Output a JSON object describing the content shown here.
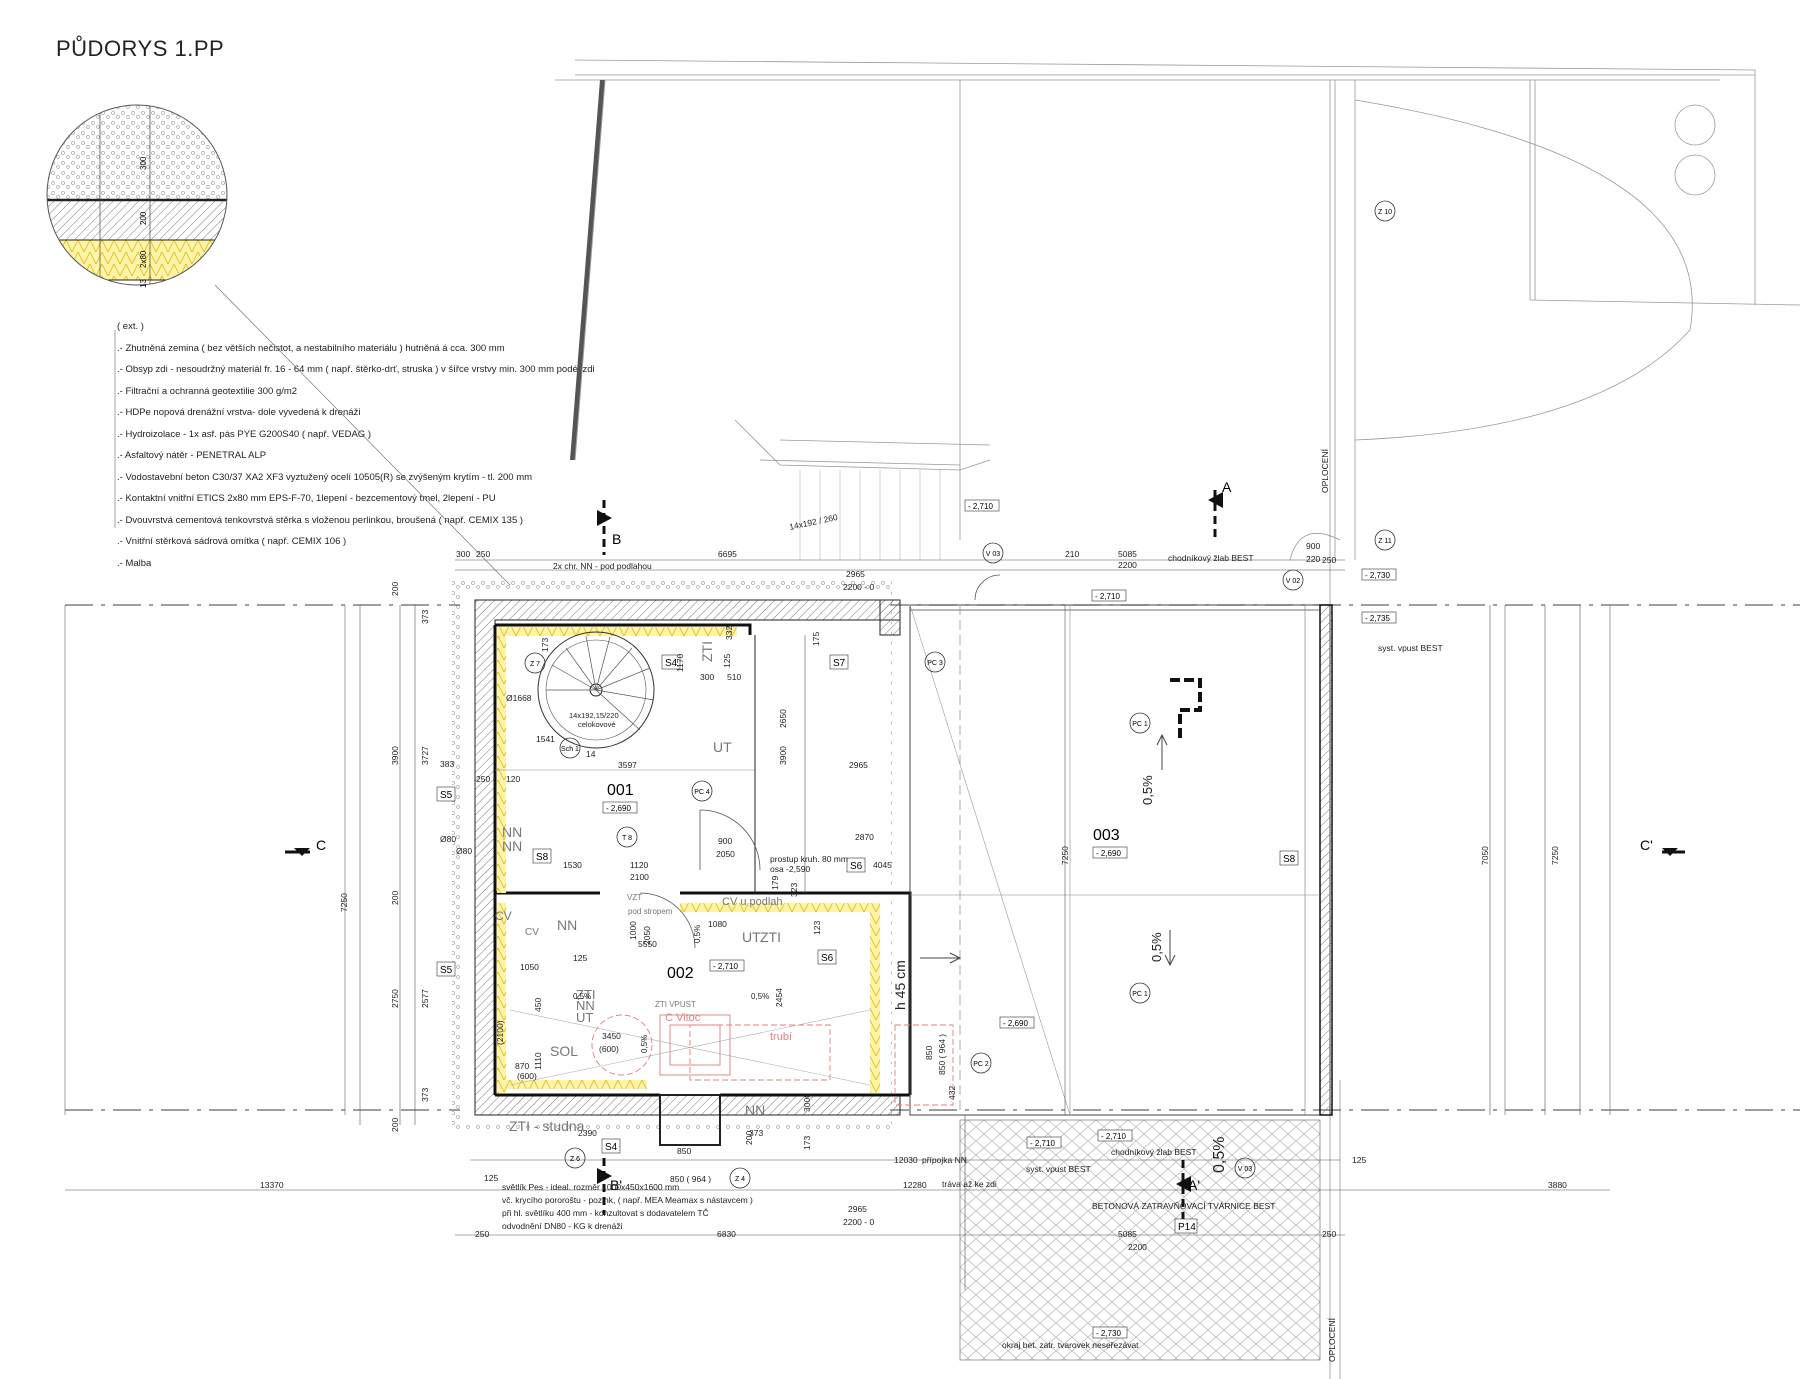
{
  "title": "PŮDORYS 1.PP",
  "detail_layers": {
    "header": "( ext. )",
    "items": [
      "Zhutněná zemina ( bez větších nečistot, a nestabilního materiálu ) hutněná á cca. 300 mm",
      "Obsyp zdi - nesoudržný materiál fr. 16 - 64 mm ( např. štěrko-drť, struska ) v šířce vrstvy min. 300 mm podél zdi",
      "Filtrační a ochranná geotextilie 300 g/m2",
      "HDPe nopová drenážní vrstva- dole vyvedená k drenáži",
      "Hydroizolace - 1x asf. pás PYE G200S40 ( např. VEDAG )",
      "Asfaltový nátěr - PENETRAL ALP",
      "Vodostavební beton C30/37 XA2 XF3 vyztužený ocelí 10505(R) se zvýšeným krytím - tl. 200 mm",
      "Kontaktní vnitřní ETICS 2x80 mm EPS-F-70, 1lepení - bezcementový tmel, 2lepení - PU",
      "Dvouvrstvá cementová tenkovrstvá stěrka s vloženou perlinkou, broušená ( např. CEMIX 135 )",
      "Vnitřní stěrková sádrová omítka ( např. CEMIX 106 )",
      "Malba"
    ],
    "circle_dims": [
      "300",
      "200",
      "2x80",
      "13"
    ]
  },
  "sections": {
    "a": "A",
    "a_prime": "A'",
    "b": "B",
    "b_prime": "B'",
    "c": "C",
    "c_prime": "C'"
  },
  "rooms": [
    {
      "number": "001",
      "level": "- 2,690"
    },
    {
      "number": "002",
      "level": "- 2,710"
    },
    {
      "number": "003",
      "level": "- 2,690"
    }
  ],
  "levels": {
    "top_stair": "- 2,710",
    "top_right": "- 2,730",
    "top_mid": "- 2,710",
    "right_vpust": "- 2,735",
    "mid_right": "- 2,690",
    "bottom_mid_1": "- 2,710",
    "bottom_mid_2": "- 2,710",
    "bottom": "- 2,730"
  },
  "dimensions": {
    "top_row": [
      "300",
      "250",
      "6695",
      "210",
      "5085",
      "900",
      "250"
    ],
    "top_row2": [
      "2965",
      "2200 - 0",
      "2200",
      "220"
    ],
    "left_col": [
      "200",
      "373",
      "3900",
      "3727",
      "7250",
      "200",
      "2750",
      "2577",
      "373",
      "200"
    ],
    "right_col": [
      "7250",
      "7050",
      "7250"
    ],
    "bottom_row": [
      "250",
      "6830",
      "5085",
      "2200",
      "250"
    ],
    "bottom_row2": [
      "2965",
      "2200 - 0"
    ],
    "bottom_total": [
      "125",
      "12030",
      "125",
      "13370",
      "12280",
      "3880"
    ],
    "room1": [
      "173",
      "1170",
      "300",
      "510",
      "125",
      "332",
      "175",
      "2650",
      "3900",
      "3597",
      "2965",
      "1541",
      "14",
      "Ø1668",
      "383",
      "250",
      "120",
      "Ø80",
      "Ø80",
      "1530",
      "1120",
      "2100",
      "900",
      "2050",
      "2870",
      "4045"
    ],
    "room2": [
      "1000",
      "2050",
      "1080",
      "123",
      "323",
      "179",
      "5550",
      "125",
      "1050",
      "450",
      "1110",
      "870",
      "(600)",
      "3450",
      "(600)",
      "(2100)",
      "2454",
      "2390",
      "850",
      "850 ( 964 )",
      "432",
      "850 ( 964 )",
      "850",
      "373",
      "200",
      "173",
      "3000"
    ],
    "stair": "14x192 / 260",
    "spiral": "14x192,15/220",
    "spiral2": "celokovové"
  },
  "tags": {
    "s4": "S4",
    "s5": "S5",
    "s6": "S6",
    "s7": "S7",
    "s8": "S8",
    "p14": "P14",
    "pc1": "PC\n1",
    "pc3": "PC\n3",
    "pc4": "PC\n4",
    "pc2": "PC\n2",
    "z7": "Z\n7",
    "z6": "Z\n6",
    "z4": "Z\n4",
    "z10": "Z\n10",
    "z11": "Z\n11",
    "v02": "V\n02",
    "v03a": "V\n03",
    "v03b": "V\n03",
    "t8": "T\n8",
    "sch1": "Sch\n1"
  },
  "notes": {
    "nn_top": "2x chr. NN - pod podlahou",
    "zlab_top": "chodníkový žlab BEST",
    "vpust_top": "syst. vpust BEST",
    "zlab_bottom": "chodníkový žlab BEST",
    "vpust_bottom": "syst. vpust BEST",
    "pripojka": "přípojka NN",
    "trava": "tráva až ke zdi",
    "prostup": "prostup kruh. 80 mm",
    "prostup2": "osa -2,590",
    "svetlik1": "světlík Pes - ideal. rozměr 1000x450x1600 mm",
    "svetlik2": "vč. krycího pororoštu - pozink, ( např. MEA Meamax s nástavcem )",
    "svetlik3": "při hl. světlíku 400 mm - konzultovat s dodavatelem TČ",
    "svetlik4": "odvodnění DN80 - KG k drenáži",
    "tvarnice": "BETONOVÁ ZATRAVŇOVACÍ TVÁRNICE BEST",
    "okraj": "okraj bet. zatr. tvarovek neseřezávat",
    "oploceni": "OPLOCENÍ",
    "ut": "UT",
    "zti": "ZTI",
    "nn": "NN",
    "cv": "CV",
    "sol": "SOL",
    "h45": "h 45 cm",
    "slope": "0,5%",
    "zti_studna": "ZTI - studna",
    "zti_vpust": "ZTI VPUST",
    "vzt": "VZT",
    "c_vitoc": "C Vitoc",
    "trubi": "trubí",
    "cv_podlah": "CV u podlah",
    "vzt_pod": "pod stropem"
  }
}
